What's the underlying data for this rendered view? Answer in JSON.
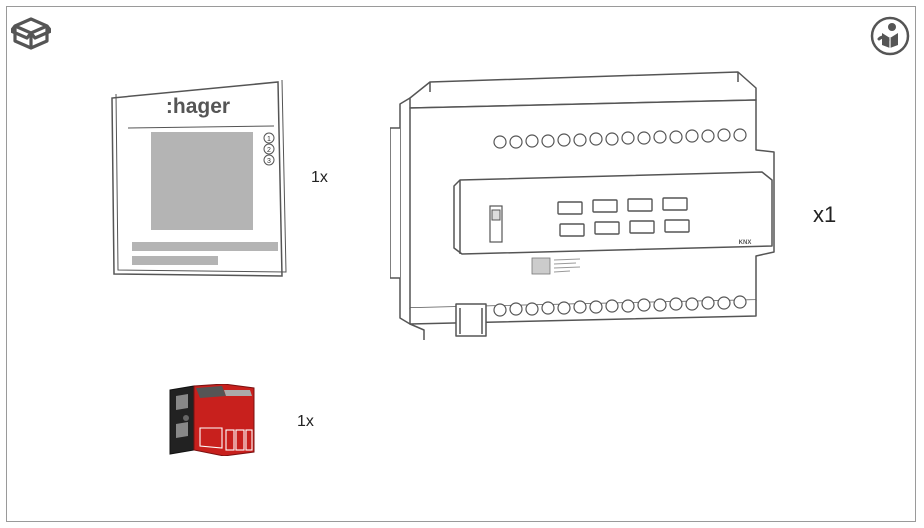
{
  "icons": {
    "package": "open-box-icon",
    "manual": "reading-person-icon"
  },
  "manual": {
    "brand": ":hager",
    "steps": [
      "1",
      "2",
      "3"
    ],
    "quantity": "1x"
  },
  "device": {
    "quantity": "x1",
    "logo": "KNX"
  },
  "connector": {
    "quantity": "1x"
  },
  "colors": {
    "line": "#555555",
    "connector_red": "#c8201d",
    "manual_gray": "#b4b4b4"
  }
}
